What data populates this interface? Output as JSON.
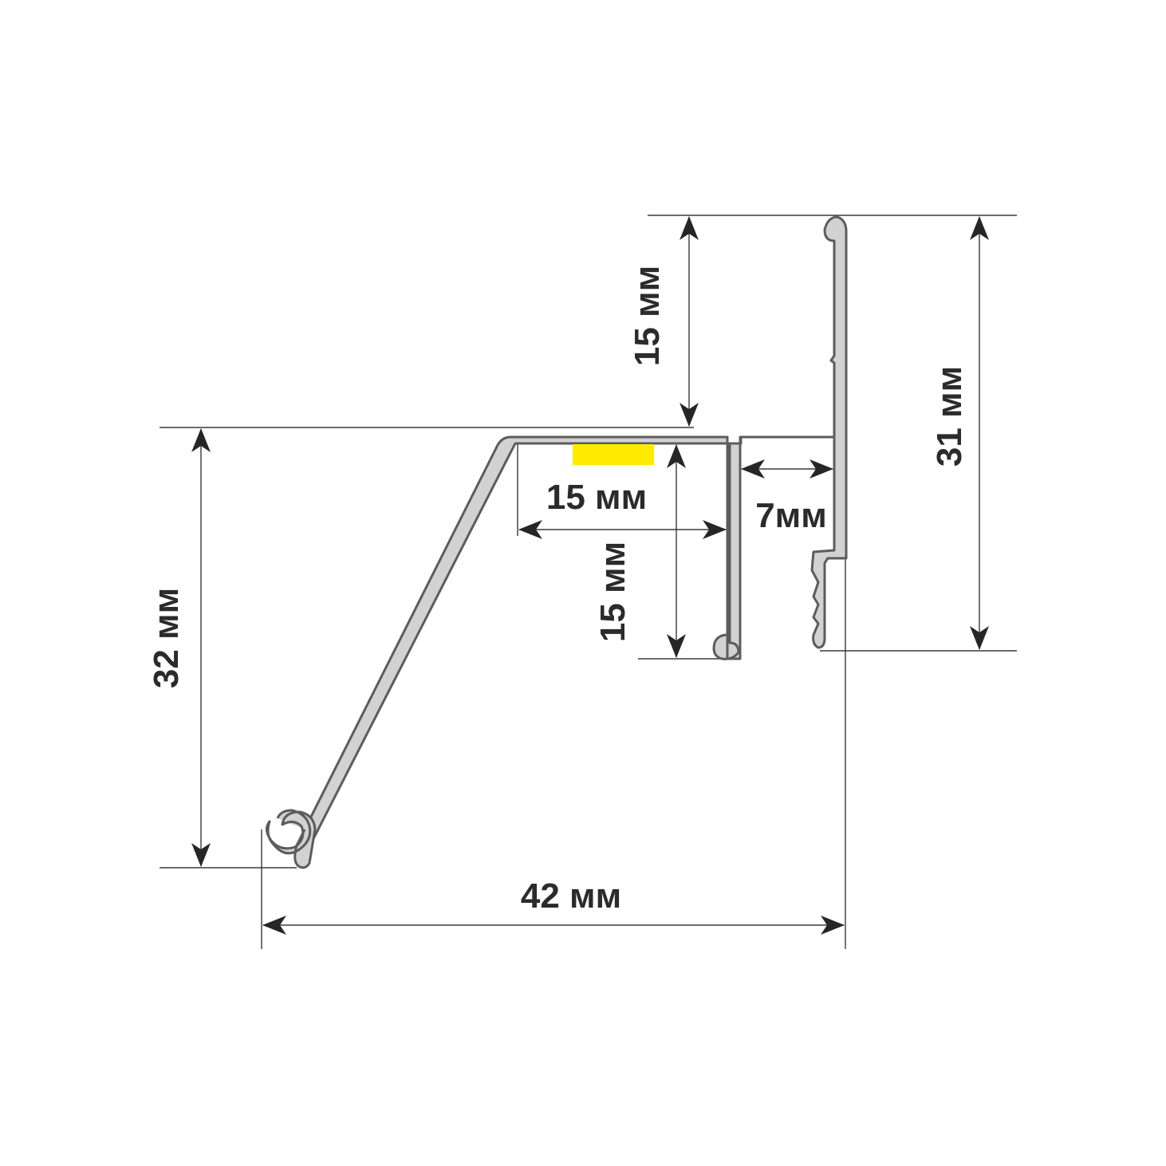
{
  "labels": {
    "top_height": "15 мм",
    "channel_width": "15 мм",
    "slot_width": "7мм",
    "channel_depth": "15 мм",
    "right_height": "31 мм",
    "left_height": "32 мм",
    "total_width": "42 мм"
  },
  "colors": {
    "profile_fill": "#d2d2d2",
    "profile_outline": "#5c5c5c",
    "led_strip": "#ffeb00",
    "dimension_lines": "#3a3a3a"
  }
}
